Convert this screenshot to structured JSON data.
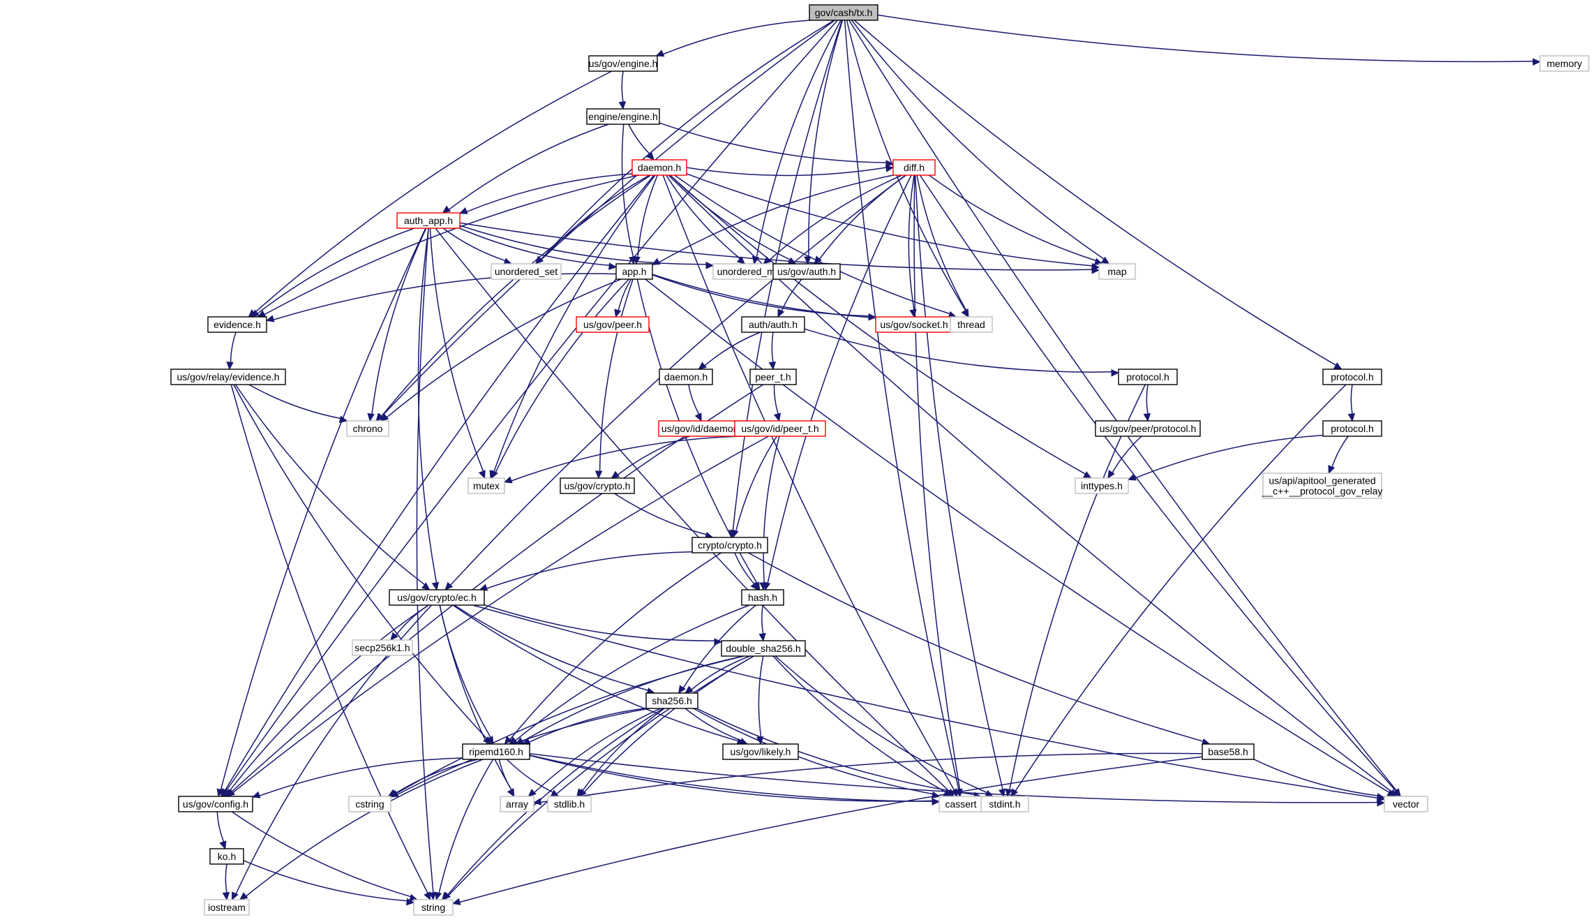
{
  "colors": {
    "edge": "#191970",
    "root_fill": "#bfbfbf",
    "node_border": "#000000",
    "incomplete_border": "#ff0000",
    "external_border": "#bfbfbf"
  },
  "nodes": [
    {
      "id": "tx",
      "label": "gov/cash/tx.h",
      "kind": "root"
    },
    {
      "id": "memory",
      "label": "memory",
      "kind": "external"
    },
    {
      "id": "engine1",
      "label": "us/gov/engine.h",
      "kind": "normal"
    },
    {
      "id": "engine2",
      "label": "engine/engine.h",
      "kind": "normal"
    },
    {
      "id": "daemon",
      "label": "daemon.h",
      "kind": "incomplete"
    },
    {
      "id": "diff",
      "label": "diff.h",
      "kind": "incomplete"
    },
    {
      "id": "authapp",
      "label": "auth_app.h",
      "kind": "incomplete"
    },
    {
      "id": "uset",
      "label": "unordered_set",
      "kind": "external"
    },
    {
      "id": "app",
      "label": "app.h",
      "kind": "normal"
    },
    {
      "id": "umap",
      "label": "unordered_map",
      "kind": "external"
    },
    {
      "id": "govauth",
      "label": "us/gov/auth.h",
      "kind": "normal"
    },
    {
      "id": "map",
      "label": "map",
      "kind": "external"
    },
    {
      "id": "evidence",
      "label": "evidence.h",
      "kind": "normal"
    },
    {
      "id": "peer",
      "label": "us/gov/peer.h",
      "kind": "incomplete"
    },
    {
      "id": "socket",
      "label": "us/gov/socket.h",
      "kind": "incomplete"
    },
    {
      "id": "thread",
      "label": "thread",
      "kind": "external"
    },
    {
      "id": "authauth",
      "label": "auth/auth.h",
      "kind": "normal"
    },
    {
      "id": "relayev",
      "label": "us/gov/relay/evidence.h",
      "kind": "normal"
    },
    {
      "id": "chrono",
      "label": "chrono",
      "kind": "external"
    },
    {
      "id": "daemon2",
      "label": "daemon.h",
      "kind": "normal"
    },
    {
      "id": "peert",
      "label": "peer_t.h",
      "kind": "normal"
    },
    {
      "id": "protocol1",
      "label": "protocol.h",
      "kind": "normal"
    },
    {
      "id": "protocol2",
      "label": "protocol.h",
      "kind": "normal"
    },
    {
      "id": "iddaemon",
      "label": "us/gov/id/daemon.h",
      "kind": "incomplete"
    },
    {
      "id": "idpeert",
      "label": "us/gov/id/peer_t.h",
      "kind": "incomplete"
    },
    {
      "id": "peerproto",
      "label": "us/gov/peer/protocol.h",
      "kind": "normal"
    },
    {
      "id": "protocol3",
      "label": "protocol.h",
      "kind": "normal"
    },
    {
      "id": "mutex",
      "label": "mutex",
      "kind": "external"
    },
    {
      "id": "govcrypto",
      "label": "us/gov/crypto.h",
      "kind": "normal"
    },
    {
      "id": "inttypes",
      "label": "inttypes.h",
      "kind": "external"
    },
    {
      "id": "apitool",
      "label": "us/api/apitool_generated\n__c++__protocol_gov_relay",
      "kind": "external"
    },
    {
      "id": "cryptocrypto",
      "label": "crypto/crypto.h",
      "kind": "normal"
    },
    {
      "id": "ec",
      "label": "us/gov/crypto/ec.h",
      "kind": "normal"
    },
    {
      "id": "hash",
      "label": "hash.h",
      "kind": "normal"
    },
    {
      "id": "secp",
      "label": "secp256k1.h",
      "kind": "external"
    },
    {
      "id": "dsha",
      "label": "double_sha256.h",
      "kind": "normal"
    },
    {
      "id": "sha",
      "label": "sha256.h",
      "kind": "normal"
    },
    {
      "id": "likely",
      "label": "us/gov/likely.h",
      "kind": "normal"
    },
    {
      "id": "ripemd",
      "label": "ripemd160.h",
      "kind": "normal"
    },
    {
      "id": "base58",
      "label": "base58.h",
      "kind": "normal"
    },
    {
      "id": "config",
      "label": "us/gov/config.h",
      "kind": "normal"
    },
    {
      "id": "cstring",
      "label": "cstring",
      "kind": "external"
    },
    {
      "id": "array",
      "label": "array",
      "kind": "external"
    },
    {
      "id": "stdlib",
      "label": "stdlib.h",
      "kind": "external"
    },
    {
      "id": "cassert",
      "label": "cassert",
      "kind": "external"
    },
    {
      "id": "stdint",
      "label": "stdint.h",
      "kind": "external"
    },
    {
      "id": "vector",
      "label": "vector",
      "kind": "external"
    },
    {
      "id": "ko",
      "label": "ko.h",
      "kind": "normal"
    },
    {
      "id": "iostream",
      "label": "iostream",
      "kind": "external"
    },
    {
      "id": "string",
      "label": "string",
      "kind": "external"
    }
  ],
  "edges": [
    [
      "tx",
      "engine1"
    ],
    [
      "tx",
      "memory"
    ],
    [
      "tx",
      "uset"
    ],
    [
      "tx",
      "umap"
    ],
    [
      "tx",
      "govauth"
    ],
    [
      "tx",
      "map"
    ],
    [
      "tx",
      "thread"
    ],
    [
      "tx",
      "protocol2"
    ],
    [
      "tx",
      "vector"
    ],
    [
      "tx",
      "cassert"
    ],
    [
      "tx",
      "config"
    ],
    [
      "tx",
      "chrono"
    ],
    [
      "tx",
      "cryptocrypto"
    ],
    [
      "engine1",
      "engine2"
    ],
    [
      "engine1",
      "evidence"
    ],
    [
      "engine2",
      "daemon"
    ],
    [
      "engine2",
      "authapp"
    ],
    [
      "engine2",
      "app"
    ],
    [
      "engine2",
      "diff"
    ],
    [
      "daemon",
      "authapp"
    ],
    [
      "daemon",
      "diff"
    ],
    [
      "daemon",
      "uset"
    ],
    [
      "daemon",
      "app"
    ],
    [
      "daemon",
      "umap"
    ],
    [
      "daemon",
      "govauth"
    ],
    [
      "daemon",
      "map"
    ],
    [
      "daemon",
      "thread"
    ],
    [
      "daemon",
      "evidence"
    ],
    [
      "daemon",
      "chrono"
    ],
    [
      "daemon",
      "mutex"
    ],
    [
      "daemon",
      "config"
    ],
    [
      "daemon",
      "vector"
    ],
    [
      "daemon",
      "inttypes"
    ],
    [
      "daemon",
      "cassert"
    ],
    [
      "diff",
      "app"
    ],
    [
      "diff",
      "umap"
    ],
    [
      "diff",
      "govauth"
    ],
    [
      "diff",
      "map"
    ],
    [
      "diff",
      "socket"
    ],
    [
      "diff",
      "thread"
    ],
    [
      "diff",
      "vector"
    ],
    [
      "diff",
      "hash"
    ],
    [
      "diff",
      "cassert"
    ],
    [
      "diff",
      "stdint"
    ],
    [
      "diff",
      "ec"
    ],
    [
      "authapp",
      "uset"
    ],
    [
      "authapp",
      "app"
    ],
    [
      "authapp",
      "umap"
    ],
    [
      "authapp",
      "map"
    ],
    [
      "authapp",
      "evidence"
    ],
    [
      "authapp",
      "chrono"
    ],
    [
      "authapp",
      "mutex"
    ],
    [
      "authapp",
      "config"
    ],
    [
      "authapp",
      "string"
    ],
    [
      "authapp",
      "ec"
    ],
    [
      "authapp",
      "cassert"
    ],
    [
      "app",
      "evidence"
    ],
    [
      "app",
      "peer"
    ],
    [
      "app",
      "socket"
    ],
    [
      "app",
      "thread"
    ],
    [
      "app",
      "chrono"
    ],
    [
      "app",
      "mutex"
    ],
    [
      "app",
      "govcrypto"
    ],
    [
      "app",
      "hash"
    ],
    [
      "app",
      "vector"
    ],
    [
      "govauth",
      "authauth"
    ],
    [
      "authauth",
      "daemon2"
    ],
    [
      "authauth",
      "peert"
    ],
    [
      "authauth",
      "protocol1"
    ],
    [
      "evidence",
      "relayev"
    ],
    [
      "relayev",
      "chrono"
    ],
    [
      "relayev",
      "ec"
    ],
    [
      "relayev",
      "ripemd"
    ],
    [
      "relayev",
      "string"
    ],
    [
      "daemon2",
      "iddaemon"
    ],
    [
      "iddaemon",
      "govcrypto"
    ],
    [
      "peert",
      "idpeert"
    ],
    [
      "peert",
      "config"
    ],
    [
      "idpeert",
      "mutex"
    ],
    [
      "idpeert",
      "cryptocrypto"
    ],
    [
      "idpeert",
      "hash"
    ],
    [
      "idpeert",
      "config"
    ],
    [
      "protocol1",
      "peerproto"
    ],
    [
      "protocol1",
      "stdint"
    ],
    [
      "peerproto",
      "inttypes"
    ],
    [
      "protocol2",
      "protocol3"
    ],
    [
      "protocol2",
      "stdint"
    ],
    [
      "protocol3",
      "inttypes"
    ],
    [
      "protocol3",
      "apitool"
    ],
    [
      "govcrypto",
      "cryptocrypto"
    ],
    [
      "cryptocrypto",
      "ec"
    ],
    [
      "cryptocrypto",
      "hash"
    ],
    [
      "cryptocrypto",
      "ripemd"
    ],
    [
      "cryptocrypto",
      "base58"
    ],
    [
      "ec",
      "secp"
    ],
    [
      "ec",
      "dsha"
    ],
    [
      "ec",
      "sha"
    ],
    [
      "ec",
      "likely"
    ],
    [
      "ec",
      "ripemd"
    ],
    [
      "ec",
      "config"
    ],
    [
      "ec",
      "array"
    ],
    [
      "ec",
      "iostream"
    ],
    [
      "ec",
      "vector"
    ],
    [
      "hash",
      "dsha"
    ],
    [
      "hash",
      "sha"
    ],
    [
      "hash",
      "ripemd"
    ],
    [
      "dsha",
      "sha"
    ],
    [
      "dsha",
      "likely"
    ],
    [
      "dsha",
      "ripemd"
    ],
    [
      "dsha",
      "cstring"
    ],
    [
      "dsha",
      "stdlib"
    ],
    [
      "dsha",
      "cassert"
    ],
    [
      "dsha",
      "stdint"
    ],
    [
      "dsha",
      "string"
    ],
    [
      "sha",
      "likely"
    ],
    [
      "sha",
      "ripemd"
    ],
    [
      "sha",
      "cstring"
    ],
    [
      "sha",
      "array"
    ],
    [
      "sha",
      "stdlib"
    ],
    [
      "sha",
      "cassert"
    ],
    [
      "sha",
      "stdint"
    ],
    [
      "sha",
      "string"
    ],
    [
      "ripemd",
      "config"
    ],
    [
      "ripemd",
      "cstring"
    ],
    [
      "ripemd",
      "array"
    ],
    [
      "ripemd",
      "stdlib"
    ],
    [
      "ripemd",
      "cassert"
    ],
    [
      "ripemd",
      "stdint"
    ],
    [
      "ripemd",
      "vector"
    ],
    [
      "ripemd",
      "iostream"
    ],
    [
      "ripemd",
      "string"
    ],
    [
      "base58",
      "array"
    ],
    [
      "base58",
      "vector"
    ],
    [
      "base58",
      "string"
    ],
    [
      "config",
      "ko"
    ],
    [
      "config",
      "string"
    ],
    [
      "ko",
      "iostream"
    ],
    [
      "ko",
      "string"
    ]
  ]
}
